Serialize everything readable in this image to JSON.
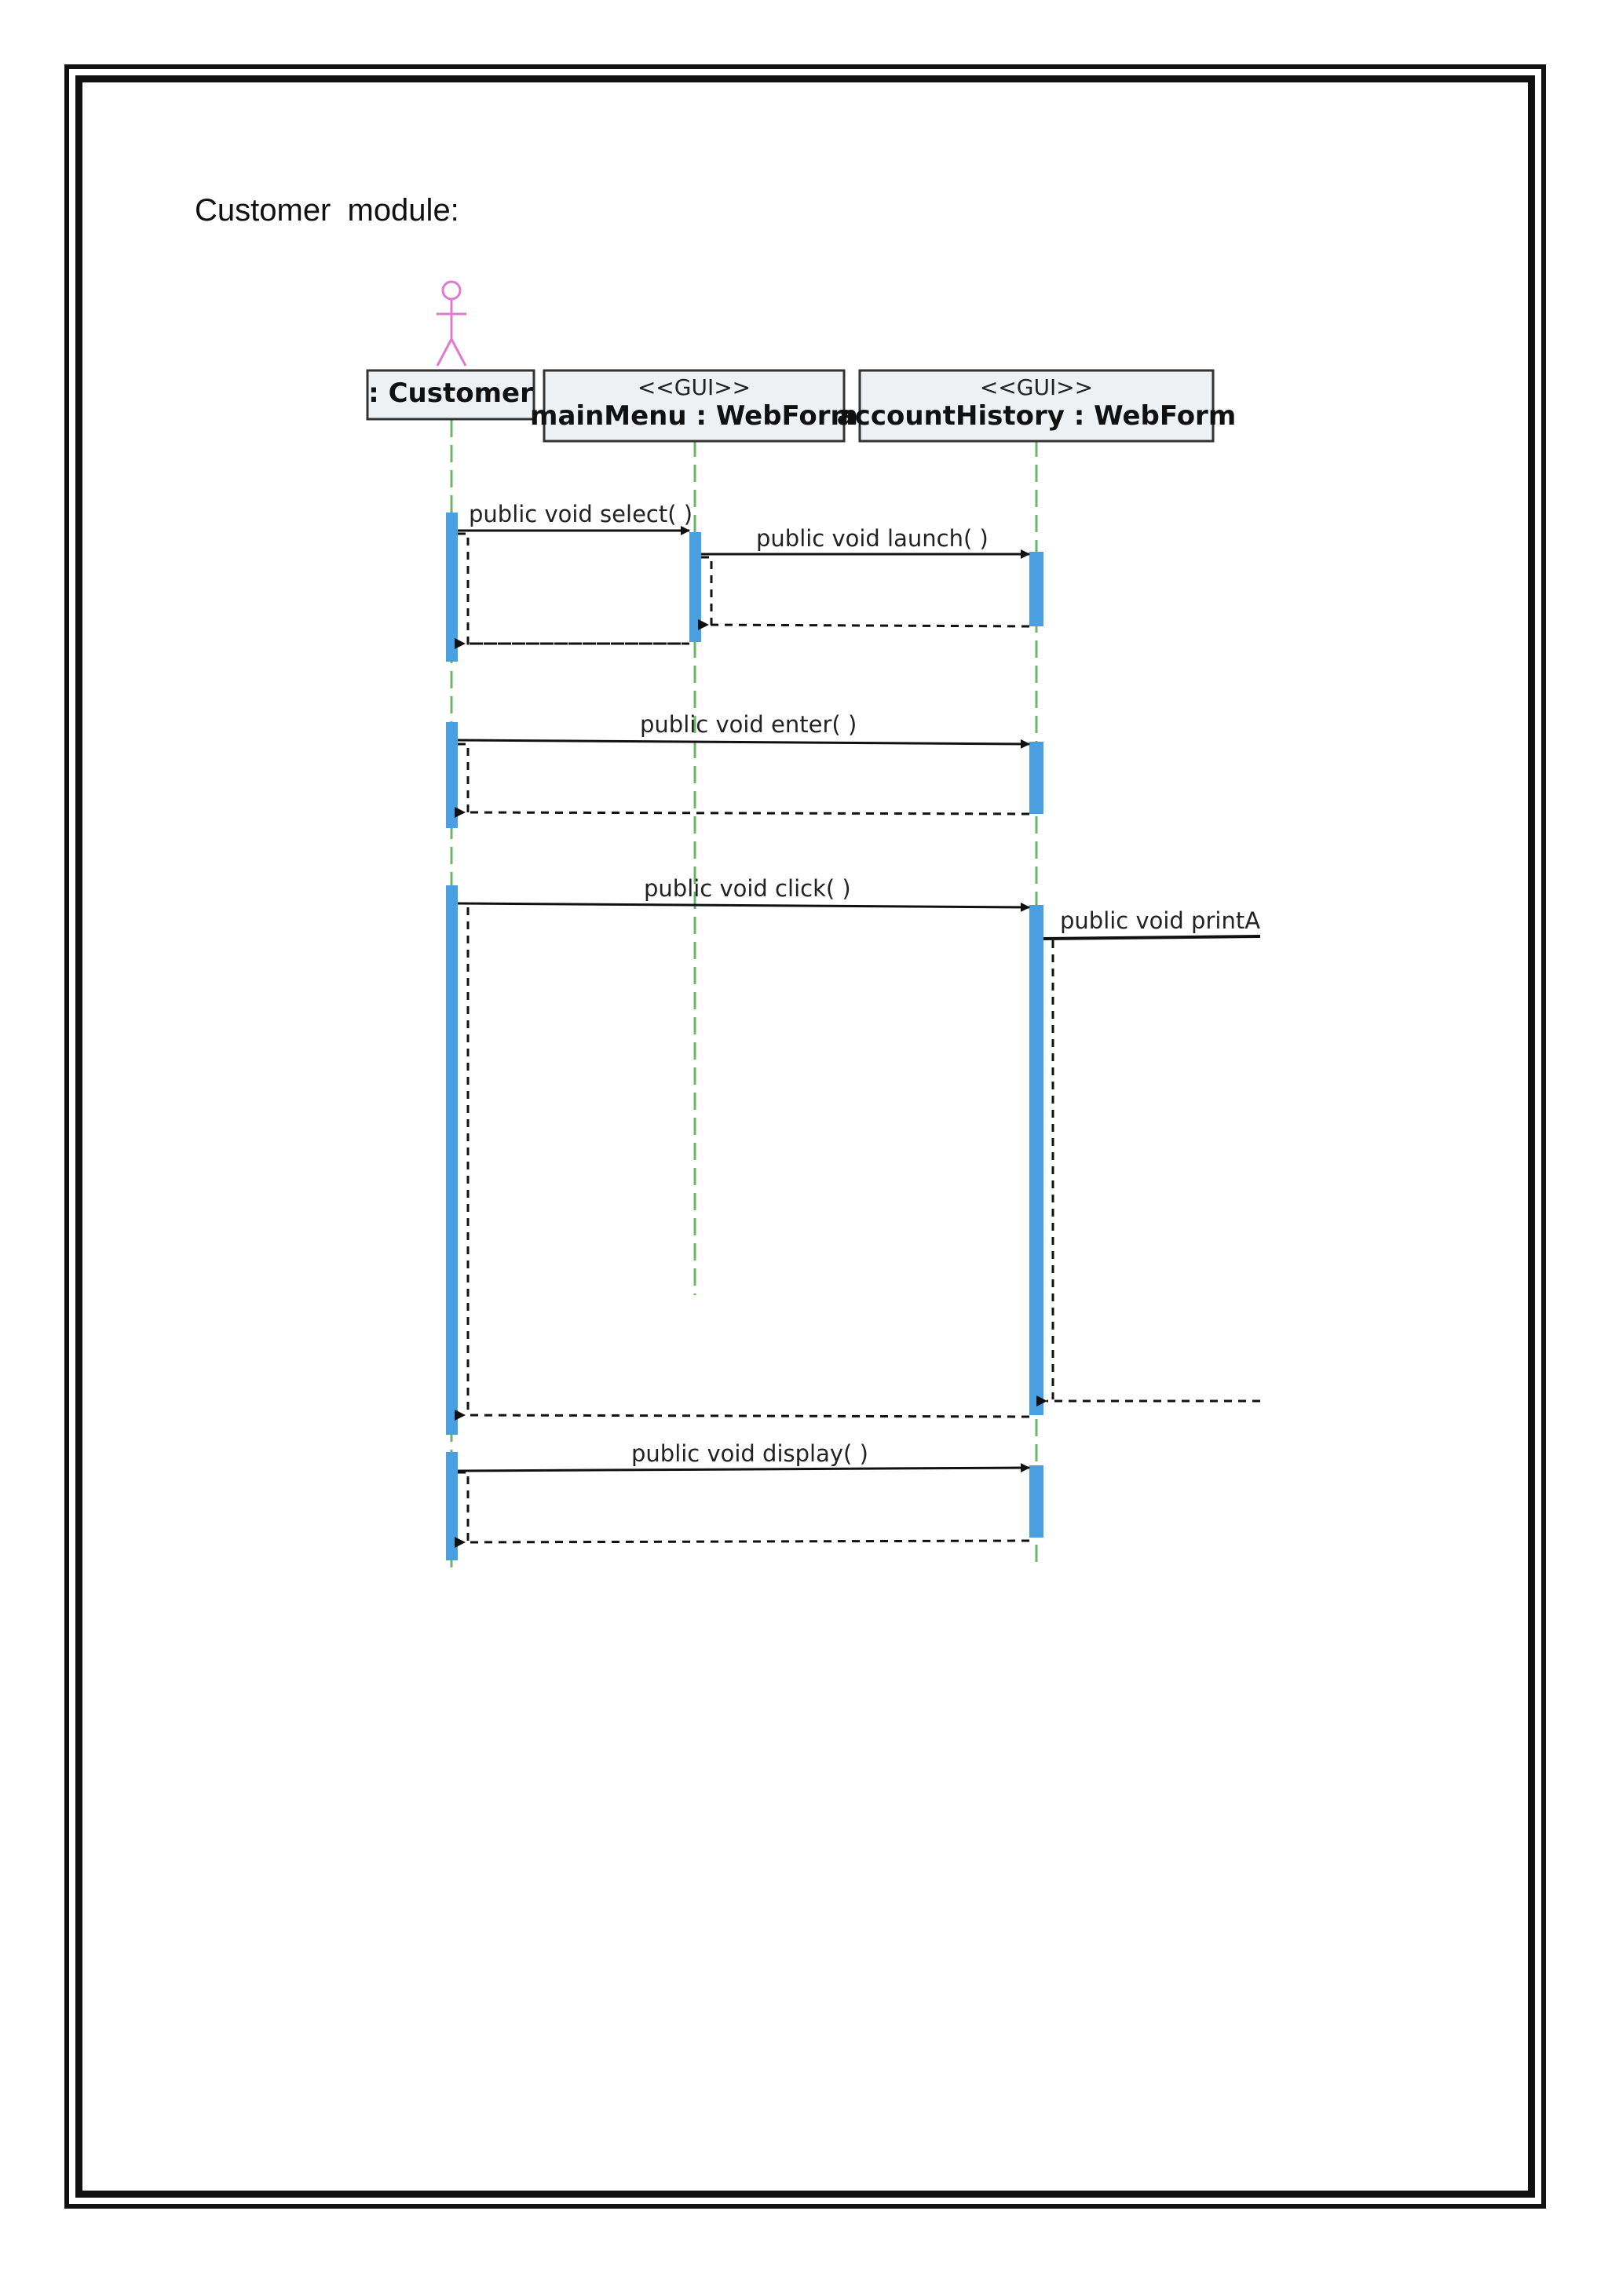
{
  "heading": "Customer module:",
  "diagram": {
    "participants": [
      {
        "id": "customer",
        "stereotype": "",
        "name": ": Customer",
        "actor": true
      },
      {
        "id": "mainMenu",
        "stereotype": "<<GUI>>",
        "name": "mainMenu : WebForm"
      },
      {
        "id": "accountHistory",
        "stereotype": "<<GUI>>",
        "name": "accountHistory : WebForm"
      }
    ],
    "messages": [
      {
        "from": "customer",
        "to": "mainMenu",
        "label": "public void  select( )"
      },
      {
        "from": "mainMenu",
        "to": "accountHistory",
        "label": "public void  launch( )"
      },
      {
        "from": "customer",
        "to": "accountHistory",
        "label": "public void  enter( )"
      },
      {
        "from": "customer",
        "to": "accountHistory",
        "label": "public void  click( )"
      },
      {
        "from": "accountHistory",
        "to": "offscreen",
        "label": "public void  printA"
      },
      {
        "from": "customer",
        "to": "accountHistory",
        "label": "public void  display( )"
      }
    ]
  },
  "colors": {
    "activation": "#4a9fe0",
    "lifeline": "#6bb36b",
    "actor": "#e07ad0",
    "box_fill": "#eef1f4",
    "border": "#111111"
  }
}
